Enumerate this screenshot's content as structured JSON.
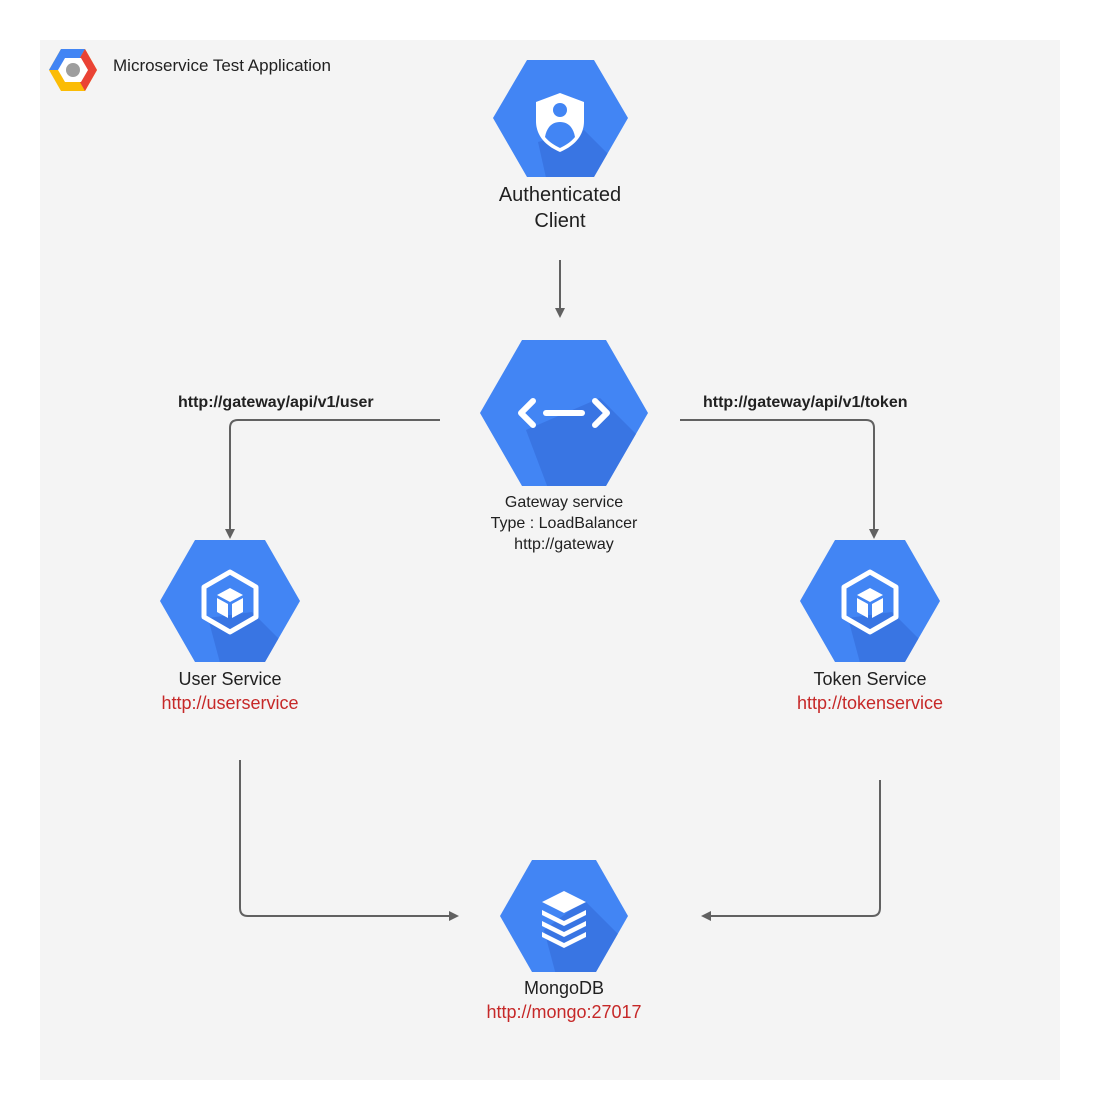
{
  "title": "Microservice Test Application",
  "colors": {
    "node": "#4285f4",
    "node_shadow": "#3367d6",
    "url": "#c62828",
    "panel": "#f4f4f4"
  },
  "nodes": {
    "client": {
      "icon": "shield-user-icon",
      "line1": "Authenticated",
      "line2": "Client"
    },
    "gateway": {
      "icon": "code-arrows-icon",
      "line1": "Gateway service",
      "line2": "Type : LoadBalancer",
      "line3": "http://gateway"
    },
    "user_service": {
      "icon": "container-icon",
      "name": "User Service",
      "url": "http://userservice"
    },
    "token_service": {
      "icon": "container-icon",
      "name": "Token Service",
      "url": "http://tokenservice"
    },
    "mongodb": {
      "icon": "database-icon",
      "name": "MongoDB",
      "url": "http://mongo:27017"
    }
  },
  "routes": {
    "user": "http://gateway/api/v1/user",
    "token": "http://gateway/api/v1/token"
  }
}
